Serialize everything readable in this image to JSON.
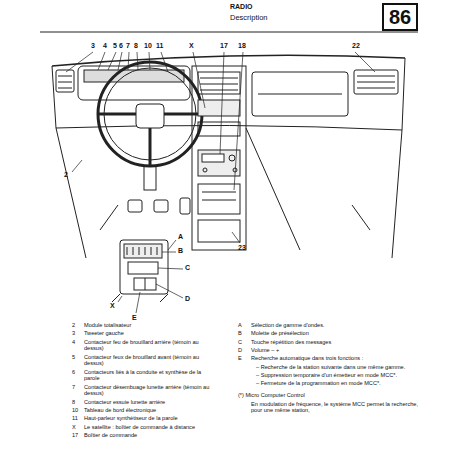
{
  "diagram": {
    "title": "RADIO",
    "nodes": [
      {
        "text": [
          "86"
        ]
      }
    ],
    "labels": [
      "Description",
      "3",
      "4",
      "5",
      "6",
      "7",
      "8",
      "10",
      "11",
      "X",
      "17",
      "18",
      "22",
      "2",
      "23",
      "A",
      "B",
      "C",
      "D",
      "X",
      "E",
      "2",
      "Module totalisateur",
      "3",
      "Tweeter gauche",
      "4",
      "Contacteur feu de brouillard arrière (témoin au dessus)",
      "5",
      "Contacteur feux de brouillard avant (témoin au dessus)",
      "6",
      "Contacteurs liés à la conduite et synthèse de la parole",
      "7",
      "Contacteur désembuage lunette arrière (témoin au dessus)",
      "8",
      "Contacteur essuie lunette arrière",
      "10",
      "Tableau de bord électronique",
      "11",
      "Haut-parleur synthétiseur de la parole",
      "X",
      "Le satellite : boîtier de commande à distance",
      "17",
      "Boîtier de commande",
      "A",
      "Sélection de gamme d'ondes.",
      "B",
      "Molette de présélection",
      "C",
      "Touche répétition des messages",
      "D",
      "Volume – +",
      "E",
      "Recherche automatique dans trois fonctions :",
      "– Recherche de la station suivante dans une même gamme.",
      "– Suppression temporaire d'un émetteur en mode MCC*.",
      "– Fermeture de la programmation en mode MCC*.",
      "(*) Micro Computer Control",
      "En modulation de fréquence, le système MCC permet la recherche, pour une même station,"
    ]
  }
}
